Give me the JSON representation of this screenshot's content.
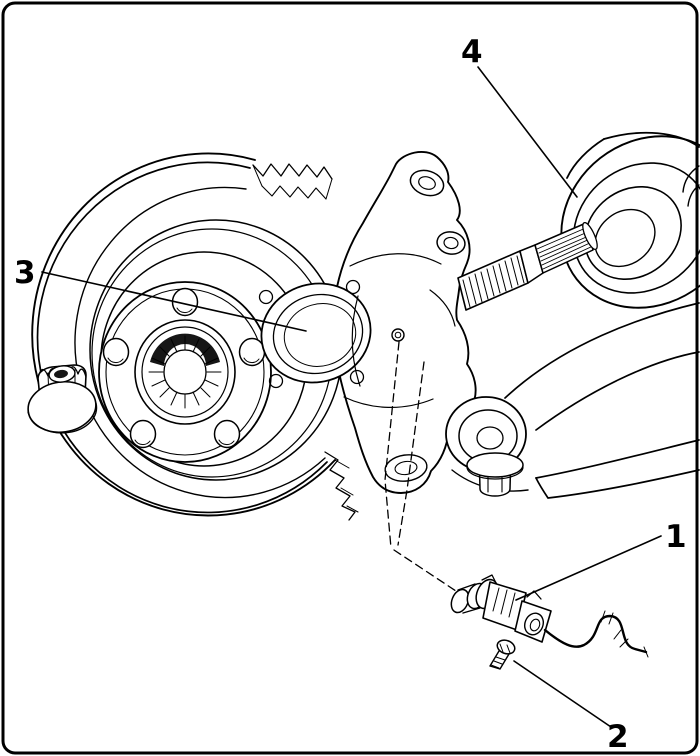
{
  "figure": {
    "type": "exploded-parts-line-diagram",
    "subject": "wheel-hub-knuckle-and-speed-sensor",
    "colors": {
      "background": "#ffffff",
      "line": "#000000"
    },
    "callouts": [
      {
        "label": "1",
        "part": "speed-sensor"
      },
      {
        "label": "2",
        "part": "sensor-bolt"
      },
      {
        "label": "3",
        "part": "wheel-hub-bearing"
      },
      {
        "label": "4",
        "part": "cv-joint"
      }
    ]
  }
}
